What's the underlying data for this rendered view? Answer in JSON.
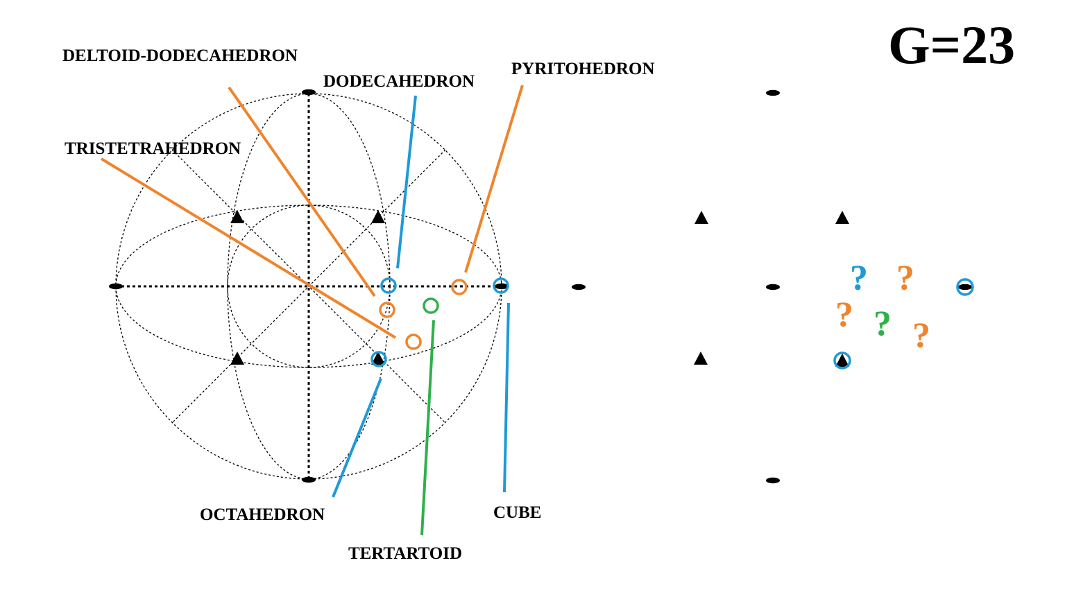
{
  "title": "G=23",
  "colors": {
    "orange": "#f0842c",
    "blue": "#1e9ad6",
    "green": "#2fb04a",
    "black": "#000000"
  },
  "labels": {
    "deltoid_dodecahedron": "DELTOID-DODECAHEDRON",
    "dodecahedron": "DODECAHEDRON",
    "pyritohedron": "PYRITOHEDRON",
    "tristetrahedron": "TRISTETRAHEDRON",
    "octahedron": "OCTAHEDRON",
    "tertartoid": "TERTARTOID",
    "cube": "CUBE"
  },
  "stereogram": {
    "symmetry_symbols": {
      "twofold": "two-fold-axis-icon",
      "threefold": "three-fold-axis-icon"
    },
    "form_poles": [
      {
        "form": "dodecahedron",
        "color": "blue"
      },
      {
        "form": "cube",
        "color": "blue"
      },
      {
        "form": "octahedron",
        "color": "blue"
      },
      {
        "form": "pyritohedron",
        "color": "orange"
      },
      {
        "form": "deltoid-dodecahedron",
        "color": "orange"
      },
      {
        "form": "tristetrahedron",
        "color": "orange"
      },
      {
        "form": "tertartoid",
        "color": "green"
      }
    ]
  },
  "schematic": {
    "question_marks": [
      {
        "text": "?",
        "color": "blue"
      },
      {
        "text": "?",
        "color": "orange"
      },
      {
        "text": "?",
        "color": "orange"
      },
      {
        "text": "?",
        "color": "green"
      },
      {
        "text": "?",
        "color": "orange"
      }
    ]
  }
}
